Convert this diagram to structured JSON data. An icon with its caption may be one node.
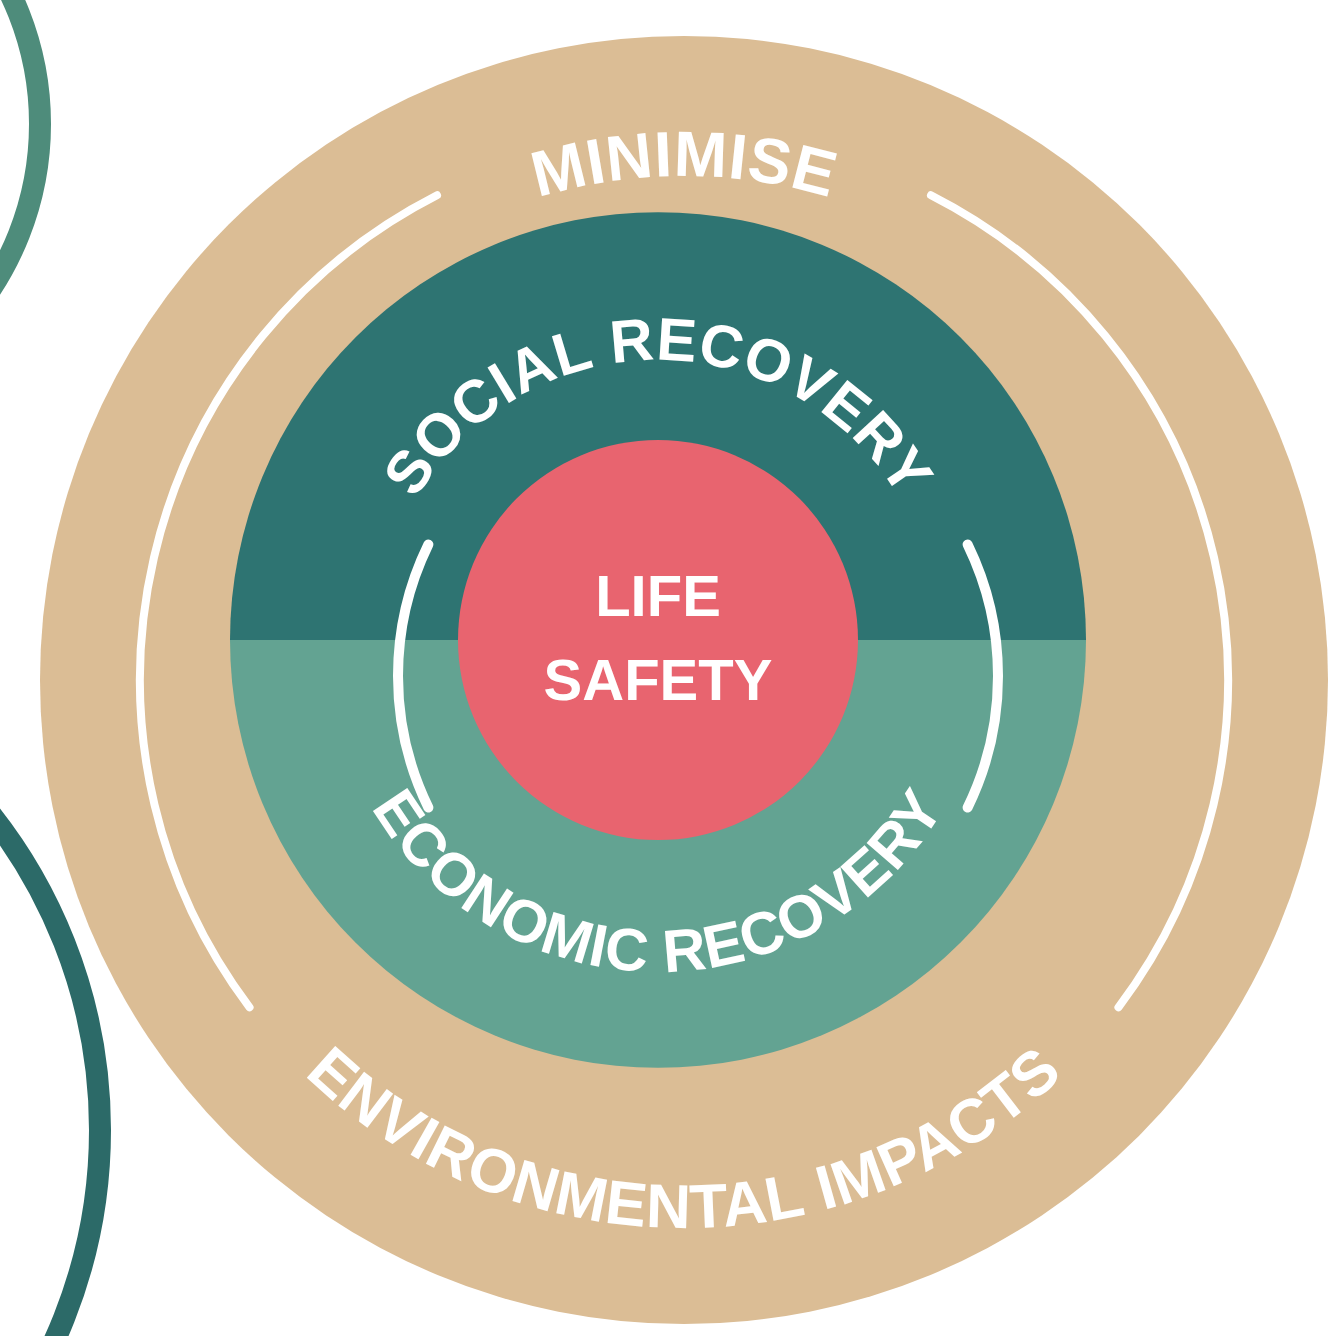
{
  "diagram": {
    "nodes": [
      {
        "text": [
          "MINIMISE",
          "ENVIRONMENTAL IMPACTS"
        ]
      },
      {
        "text": [
          "SOCIAL RECOVERY"
        ],
        "in": 0
      },
      {
        "text": [
          "ECONOMIC RECOVERY"
        ],
        "in": 0
      },
      {
        "text": [
          "LIFE SAFETY"
        ],
        "in": 0
      }
    ]
  }
}
